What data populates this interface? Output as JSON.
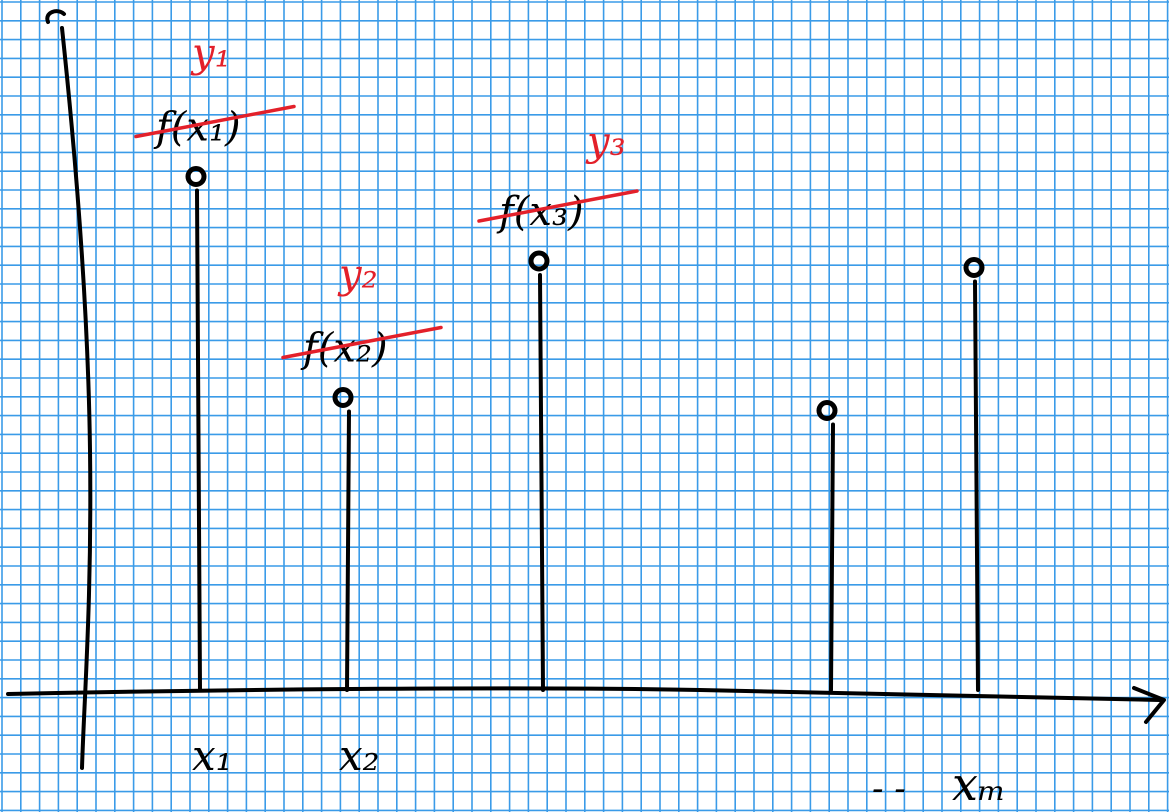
{
  "colors": {
    "grid_fill": "#ffffff",
    "grid_line": "#3a9be8",
    "ink": "#000000",
    "correction": "#e3202a"
  },
  "samples": [
    {
      "x_label": "x₁",
      "original_label": "f(x₁)",
      "corrected_label": "y₁",
      "height": 0.79,
      "crossed_out": true
    },
    {
      "x_label": "x₂",
      "original_label": "f(x₂)",
      "corrected_label": "y₂",
      "height": 0.45,
      "crossed_out": true
    },
    {
      "x_label": "",
      "original_label": "f(x₃)",
      "corrected_label": "y₃",
      "height": 0.66,
      "crossed_out": true
    },
    {
      "x_label": "",
      "original_label": "",
      "corrected_label": "",
      "height": 0.43,
      "crossed_out": false
    },
    {
      "x_label": "",
      "original_label": "",
      "corrected_label": "",
      "height": 0.65,
      "crossed_out": false
    }
  ],
  "ellipsis": "- -",
  "last_x_label": "xₘ"
}
